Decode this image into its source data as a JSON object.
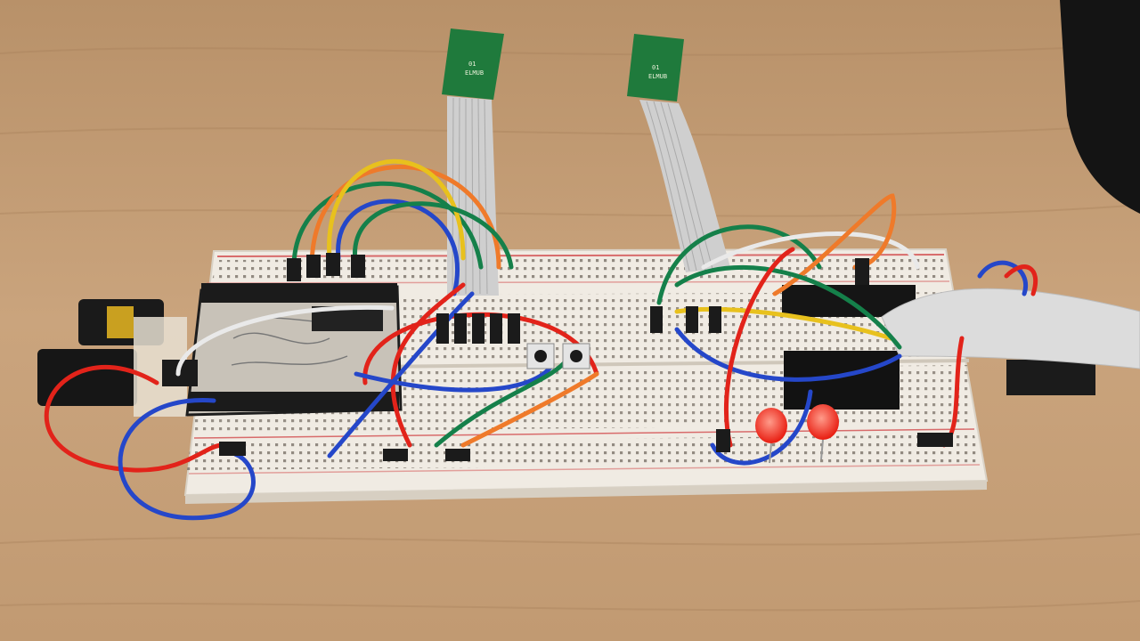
{
  "scene": {
    "subject": "breadboard-circuit",
    "colors": {
      "table": "#c9a27a",
      "table_dark": "#a98158",
      "breadboard": "#f1ece4",
      "hole": "#6e675e",
      "rail_red": "#d86b6b",
      "pcb_green": "#1f7a3c",
      "ribbon": "#cfcfcf",
      "wire_red": "#e2231a",
      "wire_blue": "#2547c9",
      "wire_green": "#15804a",
      "wire_yellow": "#e8c11d",
      "wire_orange": "#ef7a2a",
      "wire_white": "#e9e9e9",
      "led_red": "#ff2a1a",
      "header_black": "#1b1b1b"
    },
    "sensor_boards": [
      {
        "label_line1": "01",
        "label_line2": "ELMUB"
      },
      {
        "label_line1": "01",
        "label_line2": "ELMUB"
      }
    ],
    "led_count": 2,
    "button_count": 2
  }
}
